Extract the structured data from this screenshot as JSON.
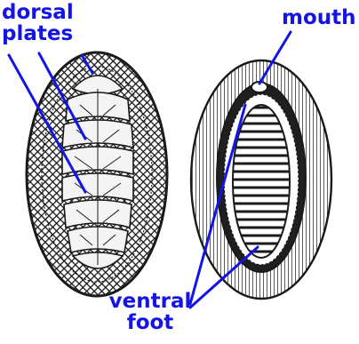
{
  "labels": {
    "dorsal_line1": "dorsal",
    "dorsal_line2": "plates",
    "mouth": "mouth",
    "ventral_line1": "ventral",
    "ventral_line2": "foot"
  },
  "colors": {
    "label": "#1414e6",
    "pointer": "#1414e6",
    "ink": "#1a1a1a",
    "shell_fill": "#2b2b2b",
    "plate_fill": "#f2f2f2"
  }
}
